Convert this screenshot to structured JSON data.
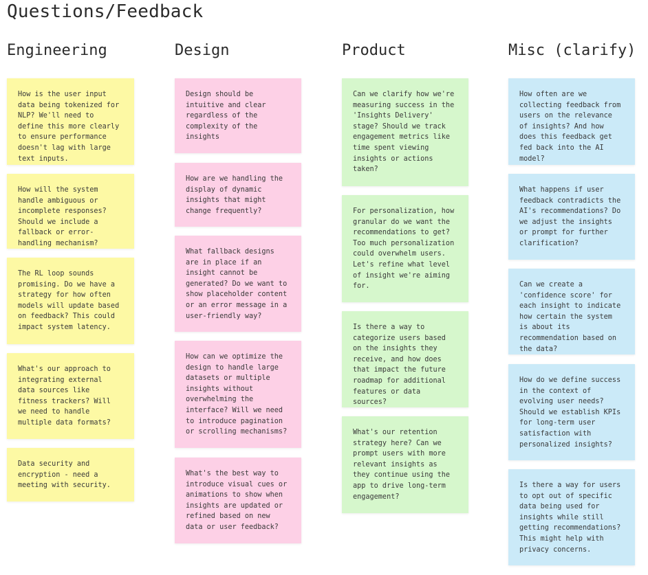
{
  "board": {
    "title": "Questions/Feedback"
  },
  "colors": {
    "engineering": "#fdf9a4",
    "design": "#fdd0e6",
    "product": "#d6f7cc",
    "misc": "#cbeaf8"
  },
  "columns": [
    {
      "heading": "Engineering",
      "notes": [
        "How is the user input data being tokenized for NLP? We'll need to define this more clearly to ensure performance doesn't lag with large text inputs.",
        "How will the system handle ambiguous or incomplete responses? Should we include a fallback or error-handling mechanism?",
        "The RL loop sounds promising. Do we have a strategy for how often models will update based on feedback? This could impact system latency.",
        "What's our approach to integrating external data sources like fitness trackers? Will we need to handle multiple data formats?",
        "Data security and encryption - need a meeting with security."
      ]
    },
    {
      "heading": "Design",
      "notes": [
        "Design should be intuitive and clear regardless of the complexity of the insights",
        "How are we handling the display of dynamic insights that might change frequently?",
        "What fallback designs are in place if an insight cannot be generated? Do we want to show placeholder content or an error message in a user-friendly way?",
        "How can we optimize the design to handle large datasets or multiple insights without overwhelming the interface? Will we need to introduce pagination or scrolling mechanisms?",
        "What's the best way to introduce visual cues or animations to show when insights are updated or refined based on new data or user feedback?"
      ]
    },
    {
      "heading": "Product",
      "notes": [
        "Can we clarify how we're measuring success in the 'Insights Delivery' stage? Should we track engagement metrics like time spent viewing insights or actions taken?",
        "For personalization, how granular do we want the recommendations to get? Too much personalization could overwhelm users. Let's refine what level of insight we're aiming for.",
        "Is there a way to categorize users based on the insights they receive, and how does that impact the future roadmap for additional features or data sources?",
        "What's our retention strategy here? Can we prompt users with more relevant insights as they continue using the app to drive long-term engagement?"
      ]
    },
    {
      "heading": "Misc (clarify)",
      "notes": [
        "How often are we collecting feedback from users on the relevance of insights? And how does this feedback get fed back into the AI model?",
        "What happens if user feedback contradicts the AI's recommendations? Do we adjust the insights or prompt for further clarification?",
        "Can we create a 'confidence score' for each insight to indicate how certain the system is about its recommendation based on the data?",
        "How do we define success in the context of evolving user needs? Should we establish KPIs for long-term user satisfaction with personalized insights?",
        "Is there a way for users to opt out of specific data being used for insights while still getting recommendations? This might help with privacy concerns."
      ]
    }
  ]
}
